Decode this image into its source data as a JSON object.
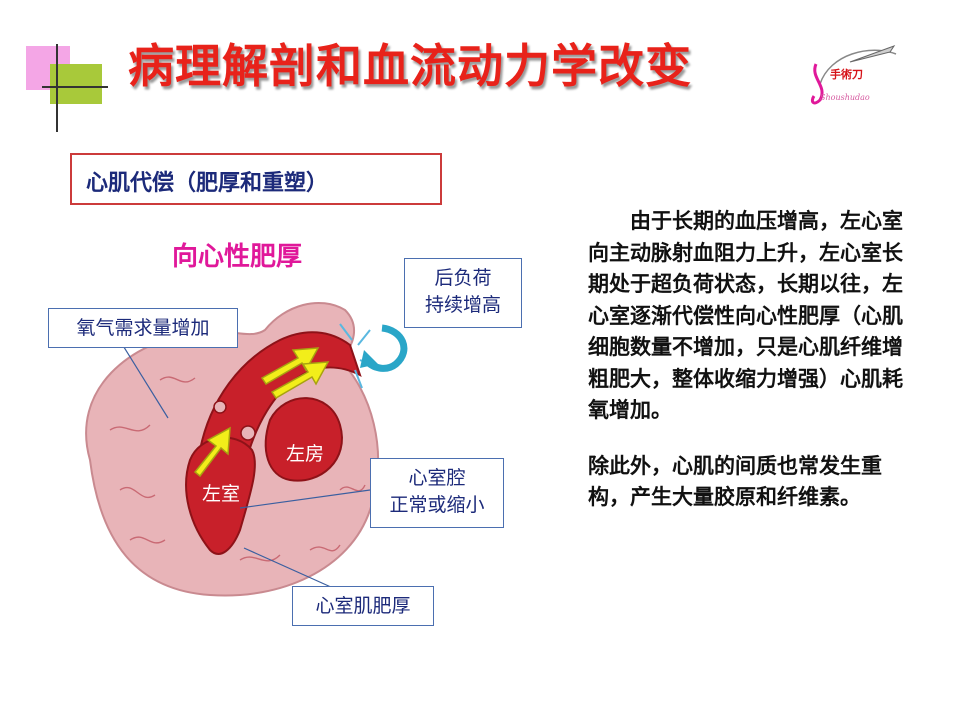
{
  "slide": {
    "title": "病理解剖和血流动力学改变",
    "section_label": "心肌代偿（肥厚和重塑）",
    "subtitle": "向心性肥厚",
    "logo_text": "手術刀"
  },
  "callouts": {
    "oxygen": "氧气需求量增加",
    "afterload_line1": "后负荷",
    "afterload_line2": "持续增高",
    "cavity_line1": "心室腔",
    "cavity_line2": "正常或缩小",
    "muscle": "心室肌肥厚"
  },
  "heart_labels": {
    "atrium": "左房",
    "ventricle": "左室"
  },
  "body_text": {
    "paragraph1": "由于长期的血压增高，左心室向主动脉射血阻力上升，左心室长期处于超负荷状态，长期以往，左心室逐渐代偿性向心性肥厚（心肌细胞数量不增加，只是心肌纤维增粗肥大，整体收缩力增强）心肌耗氧增加。",
    "paragraph2": "除此外，心肌的间质也常发生重构，产生大量胶原和纤维素。"
  },
  "colors": {
    "title": "#e8221a",
    "subtitle": "#e0189a",
    "box_text": "#1c2a7a",
    "heart_outer": "#e8b4b8",
    "heart_chamber": "#c8202a",
    "arrow": "#f2ee1a"
  }
}
